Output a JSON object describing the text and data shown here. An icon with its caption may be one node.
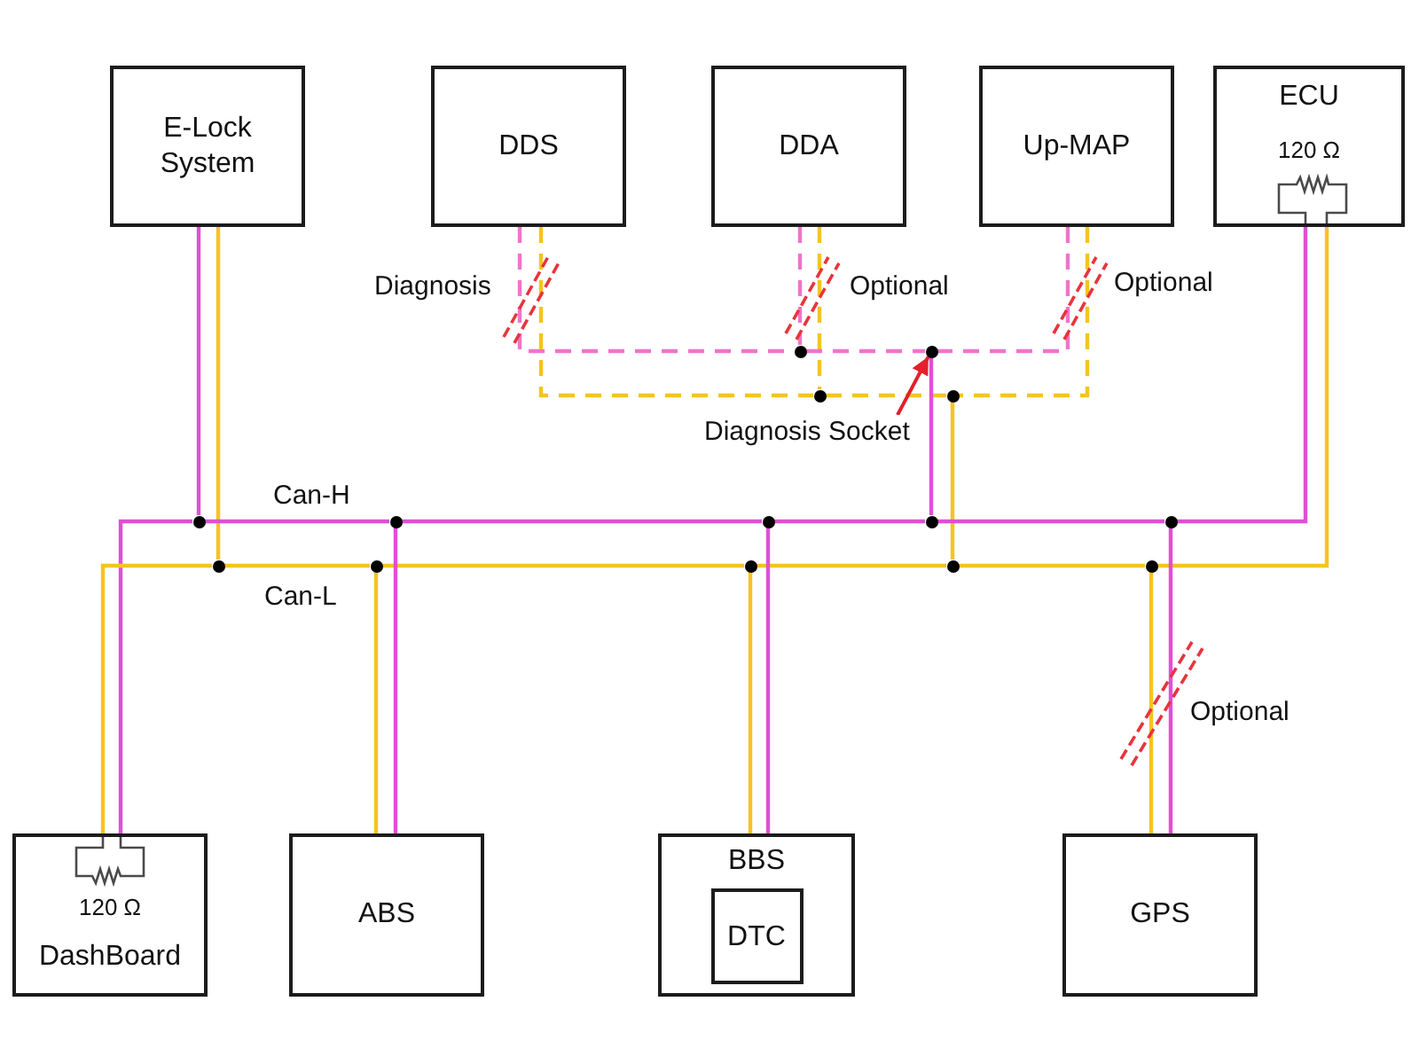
{
  "diagram": {
    "nodes": [
      {
        "text": [
          "E-Lock System"
        ]
      },
      {
        "text": [
          "DDS"
        ]
      },
      {
        "text": [
          "DDA"
        ]
      },
      {
        "text": [
          "Up-MAP"
        ]
      },
      {
        "text": [
          "ECU",
          "120 Ω"
        ]
      },
      {
        "text": [],
        "shape": "circle"
      },
      {
        "text": [],
        "shape": "circle"
      },
      {
        "text": [],
        "shape": "circle"
      },
      {
        "text": [],
        "shape": "circle"
      },
      {
        "text": [
          "Diagnosis Socket"
        ]
      },
      {
        "text": [],
        "shape": "circle"
      },
      {
        "text": [],
        "shape": "circle"
      },
      {
        "text": [],
        "shape": "circle"
      },
      {
        "text": [],
        "shape": "circle"
      },
      {
        "text": [],
        "shape": "circle"
      },
      {
        "text": [],
        "shape": "circle"
      },
      {
        "text": [],
        "shape": "circle"
      },
      {
        "text": [],
        "shape": "circle"
      },
      {
        "text": [],
        "shape": "circle"
      },
      {
        "text": [],
        "shape": "circle"
      },
      {
        "text": [
          "120 Ω",
          "DashBoard"
        ]
      },
      {
        "text": [
          "ABS"
        ]
      },
      {
        "text": [
          "BBS"
        ]
      },
      {
        "text": [
          "DTC"
        ],
        "in": 22
      },
      {
        "text": [
          "GPS"
        ]
      }
    ],
    "edges": [
      {
        "from": 0,
        "to": 10,
        "arrow": "none",
        "color": "#e04fd6"
      },
      {
        "from": 0,
        "to": 15,
        "arrow": "none",
        "color": "#f5c421"
      },
      {
        "from": 1,
        "to": 5,
        "arrow": "none",
        "style": "dashed",
        "color": "#ef74cc",
        "label": "Diagnosis"
      },
      {
        "from": 1,
        "to": 7,
        "arrow": "none",
        "style": "dashed",
        "color": "#f5c421"
      },
      {
        "from": 2,
        "to": 5,
        "arrow": "none",
        "style": "dashed",
        "color": "#ef74cc"
      },
      {
        "from": 2,
        "to": 7,
        "arrow": "none",
        "style": "dashed",
        "color": "#f5c421",
        "label": "Optional"
      },
      {
        "from": 5,
        "to": 6,
        "arrow": "none",
        "style": "dashed",
        "color": "#ef74cc"
      },
      {
        "from": 7,
        "to": 8,
        "arrow": "none",
        "style": "dashed",
        "color": "#f5c421"
      },
      {
        "from": 3,
        "to": 6,
        "arrow": "none",
        "style": "dashed",
        "color": "#ef74cc"
      },
      {
        "from": 3,
        "to": 8,
        "arrow": "none",
        "style": "dashed",
        "color": "#f5c421",
        "label": "Optional"
      },
      {
        "from": 6,
        "to": 13,
        "arrow": "none",
        "color": "#e04fd6"
      },
      {
        "from": 8,
        "to": 18,
        "arrow": "none",
        "color": "#f5c421"
      },
      {
        "from": 20,
        "to": 10,
        "arrow": "none",
        "color": "#e04fd6"
      },
      {
        "from": 10,
        "to": 11,
        "arrow": "none",
        "color": "#e04fd6",
        "label": "Can-H"
      },
      {
        "from": 11,
        "to": 12,
        "arrow": "none",
        "color": "#e04fd6"
      },
      {
        "from": 12,
        "to": 13,
        "arrow": "none",
        "color": "#e04fd6"
      },
      {
        "from": 13,
        "to": 14,
        "arrow": "none",
        "color": "#e04fd6"
      },
      {
        "from": 14,
        "to": 4,
        "arrow": "none",
        "color": "#e04fd6"
      },
      {
        "from": 20,
        "to": 15,
        "arrow": "none",
        "color": "#f5c421"
      },
      {
        "from": 15,
        "to": 16,
        "arrow": "none",
        "color": "#f5c421",
        "label": "Can-L"
      },
      {
        "from": 16,
        "to": 17,
        "arrow": "none",
        "color": "#f5c421"
      },
      {
        "from": 17,
        "to": 18,
        "arrow": "none",
        "color": "#f5c421"
      },
      {
        "from": 18,
        "to": 19,
        "arrow": "none",
        "color": "#f5c421"
      },
      {
        "from": 19,
        "to": 4,
        "arrow": "none",
        "color": "#f5c421"
      },
      {
        "from": 16,
        "to": 21,
        "arrow": "none",
        "color": "#f5c421"
      },
      {
        "from": 11,
        "to": 21,
        "arrow": "none",
        "color": "#e04fd6"
      },
      {
        "from": 17,
        "to": 22,
        "arrow": "none",
        "color": "#f5c421"
      },
      {
        "from": 12,
        "to": 22,
        "arrow": "none",
        "color": "#e04fd6"
      },
      {
        "from": 19,
        "to": 24,
        "arrow": "none",
        "color": "#f5c421"
      },
      {
        "from": 14,
        "to": 24,
        "arrow": "none",
        "color": "#e04fd6",
        "label": "Optional"
      },
      {
        "from": 9,
        "to": 6,
        "arrow": "to",
        "color": "#e3202b"
      }
    ]
  }
}
